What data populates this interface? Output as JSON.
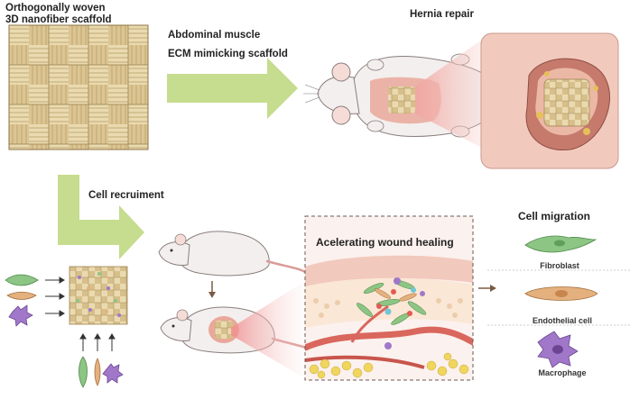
{
  "labels": {
    "scaffold_line1": "Orthogonally woven",
    "scaffold_line2": "3D nanofiber scaffold",
    "abdominal": "Abdominal muscle",
    "ecm": "ECM mimicking scaffold",
    "hernia": "Hernia repair",
    "recruitment": "Cell recruiment",
    "accelerating": "Acelerating wound healing",
    "migration": "Cell migration",
    "fibroblast": "Fibroblast",
    "endothelial": "Endothelial cell",
    "macrophage": "Macrophage"
  },
  "colors": {
    "arrow_green": "#c6dc8e",
    "mesh_fiber": "#e7d4a4",
    "mouse_body": "#f3efee",
    "wound_pink": "#e9a89a",
    "skin_pink": "#f2c9bd",
    "vessel_red": "#d9675d",
    "fibroblast_green": "#8cc584",
    "endothelial_tan": "#e4b07e",
    "macrophage_purple": "#a178c9",
    "fat_yellow": "#f0d55e"
  },
  "icons": [
    "woven-scaffold",
    "mouse-top-view",
    "zoom-circle",
    "mouse-side-view",
    "wound-section",
    "fibroblast-cell",
    "endothelial-cell",
    "macrophage-cell"
  ]
}
